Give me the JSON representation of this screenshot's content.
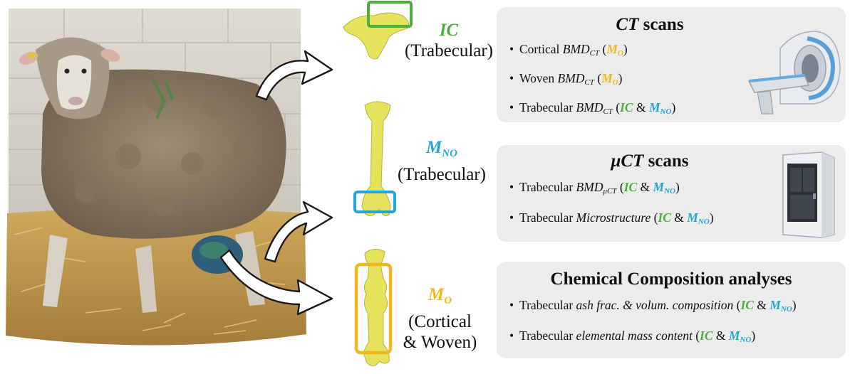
{
  "colors": {
    "ic": "#4caf3b",
    "mo": "#f0b81c",
    "mno": "#22a6d8",
    "bone": "#e5e35c",
    "panel": "#ececec"
  },
  "labels": {
    "ic": {
      "code": "IC",
      "desc": "(Trabecular)"
    },
    "mno": {
      "code": "M",
      "sub": "NO",
      "desc": "(Trabecular)"
    },
    "mo": {
      "code": "M",
      "sub": "O",
      "desc_line1": "(Cortical",
      "desc_line2": "& Woven)"
    }
  },
  "panels": {
    "ct": {
      "title": "CT",
      "title_suffix": " scans",
      "items": {
        "cortical": {
          "pre": "Cortical ",
          "metric": "BMD",
          "metric_sub": "CT",
          "open": " (",
          "m_code": "M",
          "m_sub": "O",
          "close": ")"
        },
        "woven": {
          "pre": "Woven ",
          "metric": "BMD",
          "metric_sub": "CT",
          "open": " (",
          "m_code": "M",
          "m_sub": "O",
          "close": ")"
        },
        "trabecular": {
          "pre": "Trabecular ",
          "metric": "BMD",
          "metric_sub": "CT",
          "open": " (",
          "ic": "IC",
          "amp": " & ",
          "m_code": "M",
          "m_sub": "NO",
          "close": ")"
        }
      }
    },
    "uct": {
      "title": "μCT",
      "title_suffix": " scans",
      "items": {
        "bmd": {
          "pre": "Trabecular ",
          "metric": "BMD",
          "metric_sub": "μCT",
          "open": " (",
          "ic": "IC",
          "amp": " & ",
          "m_code": "M",
          "m_sub": "NO",
          "close": ")"
        },
        "micro": {
          "pre": "Trabecular ",
          "metric": "Microstructure",
          "open": " (",
          "ic": "IC",
          "amp": " & ",
          "m_code": "M",
          "m_sub": "NO",
          "close": ")"
        }
      }
    },
    "chem": {
      "title": "Chemical Composition analyses",
      "items": {
        "ash": {
          "pre": "Trabecular ",
          "metric": "ash frac. & volum. composition",
          "open": " (",
          "ic": "IC",
          "amp": " & ",
          "m_code": "M",
          "m_sub": "NO",
          "close": ")"
        },
        "mass": {
          "pre": "Trabecular ",
          "metric": "elemental mass content",
          "open": " (",
          "ic": "IC",
          "amp": " & ",
          "m_code": "M",
          "m_sub": "NO",
          "close": ")"
        }
      }
    }
  }
}
